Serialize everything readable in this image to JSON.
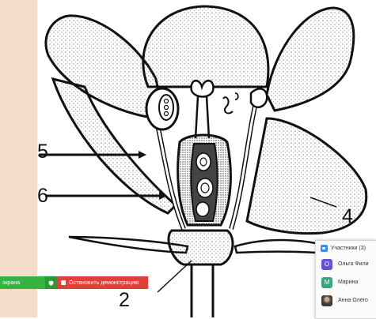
{
  "figure": {
    "labels": {
      "l5": "5",
      "l6": "6",
      "l4": "4",
      "l2": "2"
    }
  },
  "share_toolbar": {
    "screen_label": "экрана",
    "stop_label": "Остановить демонстрацию",
    "colors": {
      "green": "#33b33f",
      "red": "#e0403a"
    }
  },
  "participants_panel": {
    "title": "Участники (3)",
    "participants": [
      {
        "initial": "О",
        "name": "Ольга Фили",
        "color": "#6b4fd8"
      },
      {
        "initial": "М",
        "name": "Марина",
        "color": "#3aa57a"
      },
      {
        "initial": "",
        "name": "Анна Олего",
        "color": ""
      }
    ]
  }
}
